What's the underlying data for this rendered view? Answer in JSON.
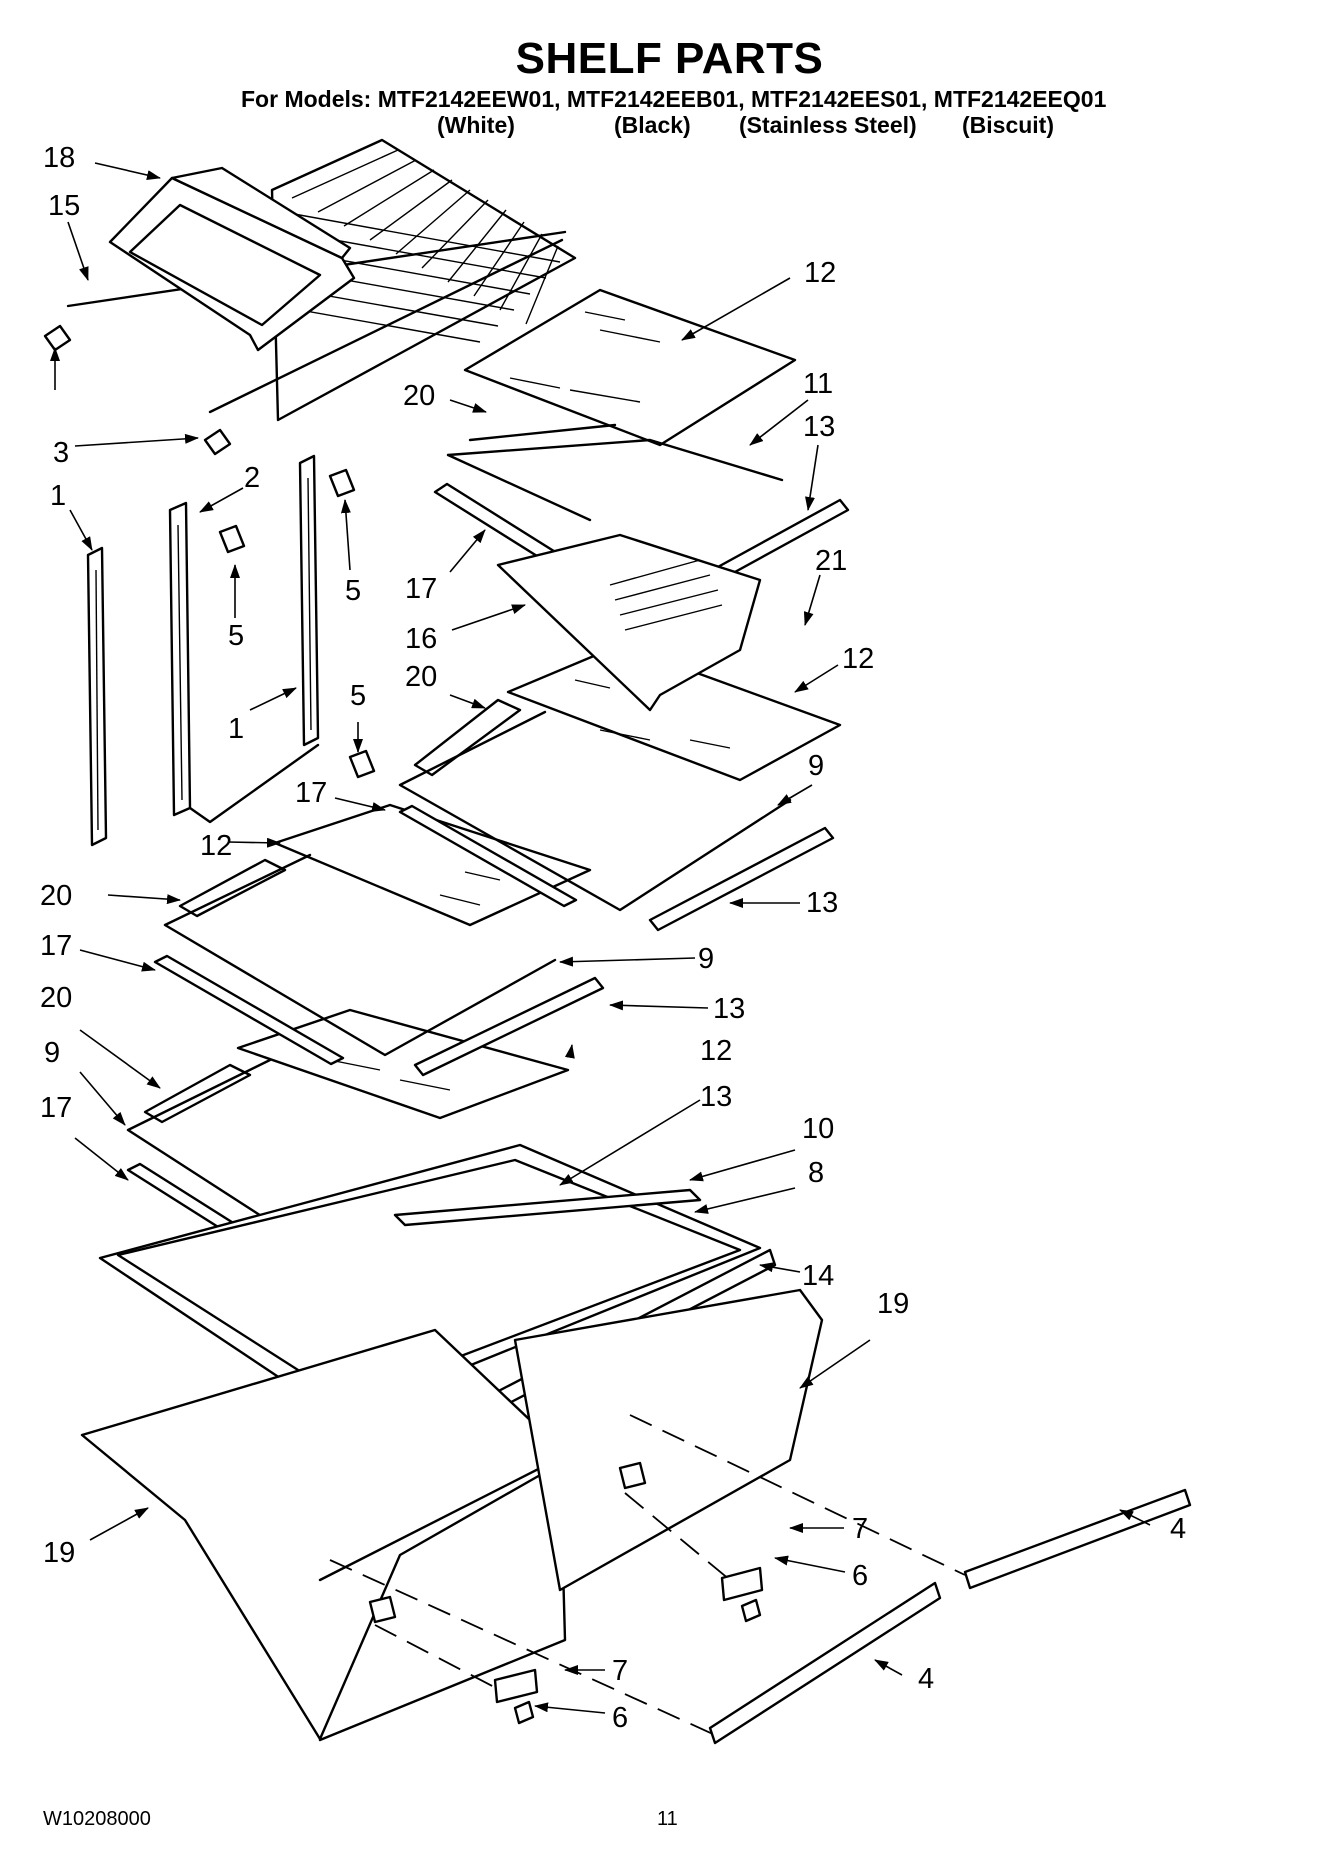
{
  "title": "SHELF PARTS",
  "models_line": "For Models: MTF2142EEW01, MTF2142EEB01, MTF2142EES01, MTF2142EEQ01",
  "variants": [
    "(White)",
    "(Black)",
    "(Stainless Steel)",
    "(Biscuit)"
  ],
  "callouts": {
    "c18": "18",
    "c15": "15",
    "c3": "3",
    "c1a": "1",
    "c2": "2",
    "c5a": "5",
    "c5b": "5",
    "c1b": "1",
    "c5c": "5",
    "c12a": "12",
    "c20a": "20",
    "c11": "11",
    "c13a": "13",
    "c17a": "17",
    "c16": "16",
    "c21": "21",
    "c20b": "20",
    "c12b": "12",
    "c9a": "9",
    "c17b": "17",
    "c12c": "12",
    "c20c": "20",
    "c13b": "13",
    "c17c": "17",
    "c9b": "9",
    "c13c": "13",
    "c20d": "20",
    "c12d": "12",
    "c9c": "9",
    "c13d": "13",
    "c17d": "17",
    "c10": "10",
    "c8": "8",
    "c14": "14",
    "c19a": "19",
    "c19b": "19",
    "c4a": "4",
    "c7a": "7",
    "c6a": "6",
    "c7b": "7",
    "c4b": "4",
    "c6b": "6"
  },
  "footer": {
    "doc_number": "W10208000",
    "page": "11"
  }
}
